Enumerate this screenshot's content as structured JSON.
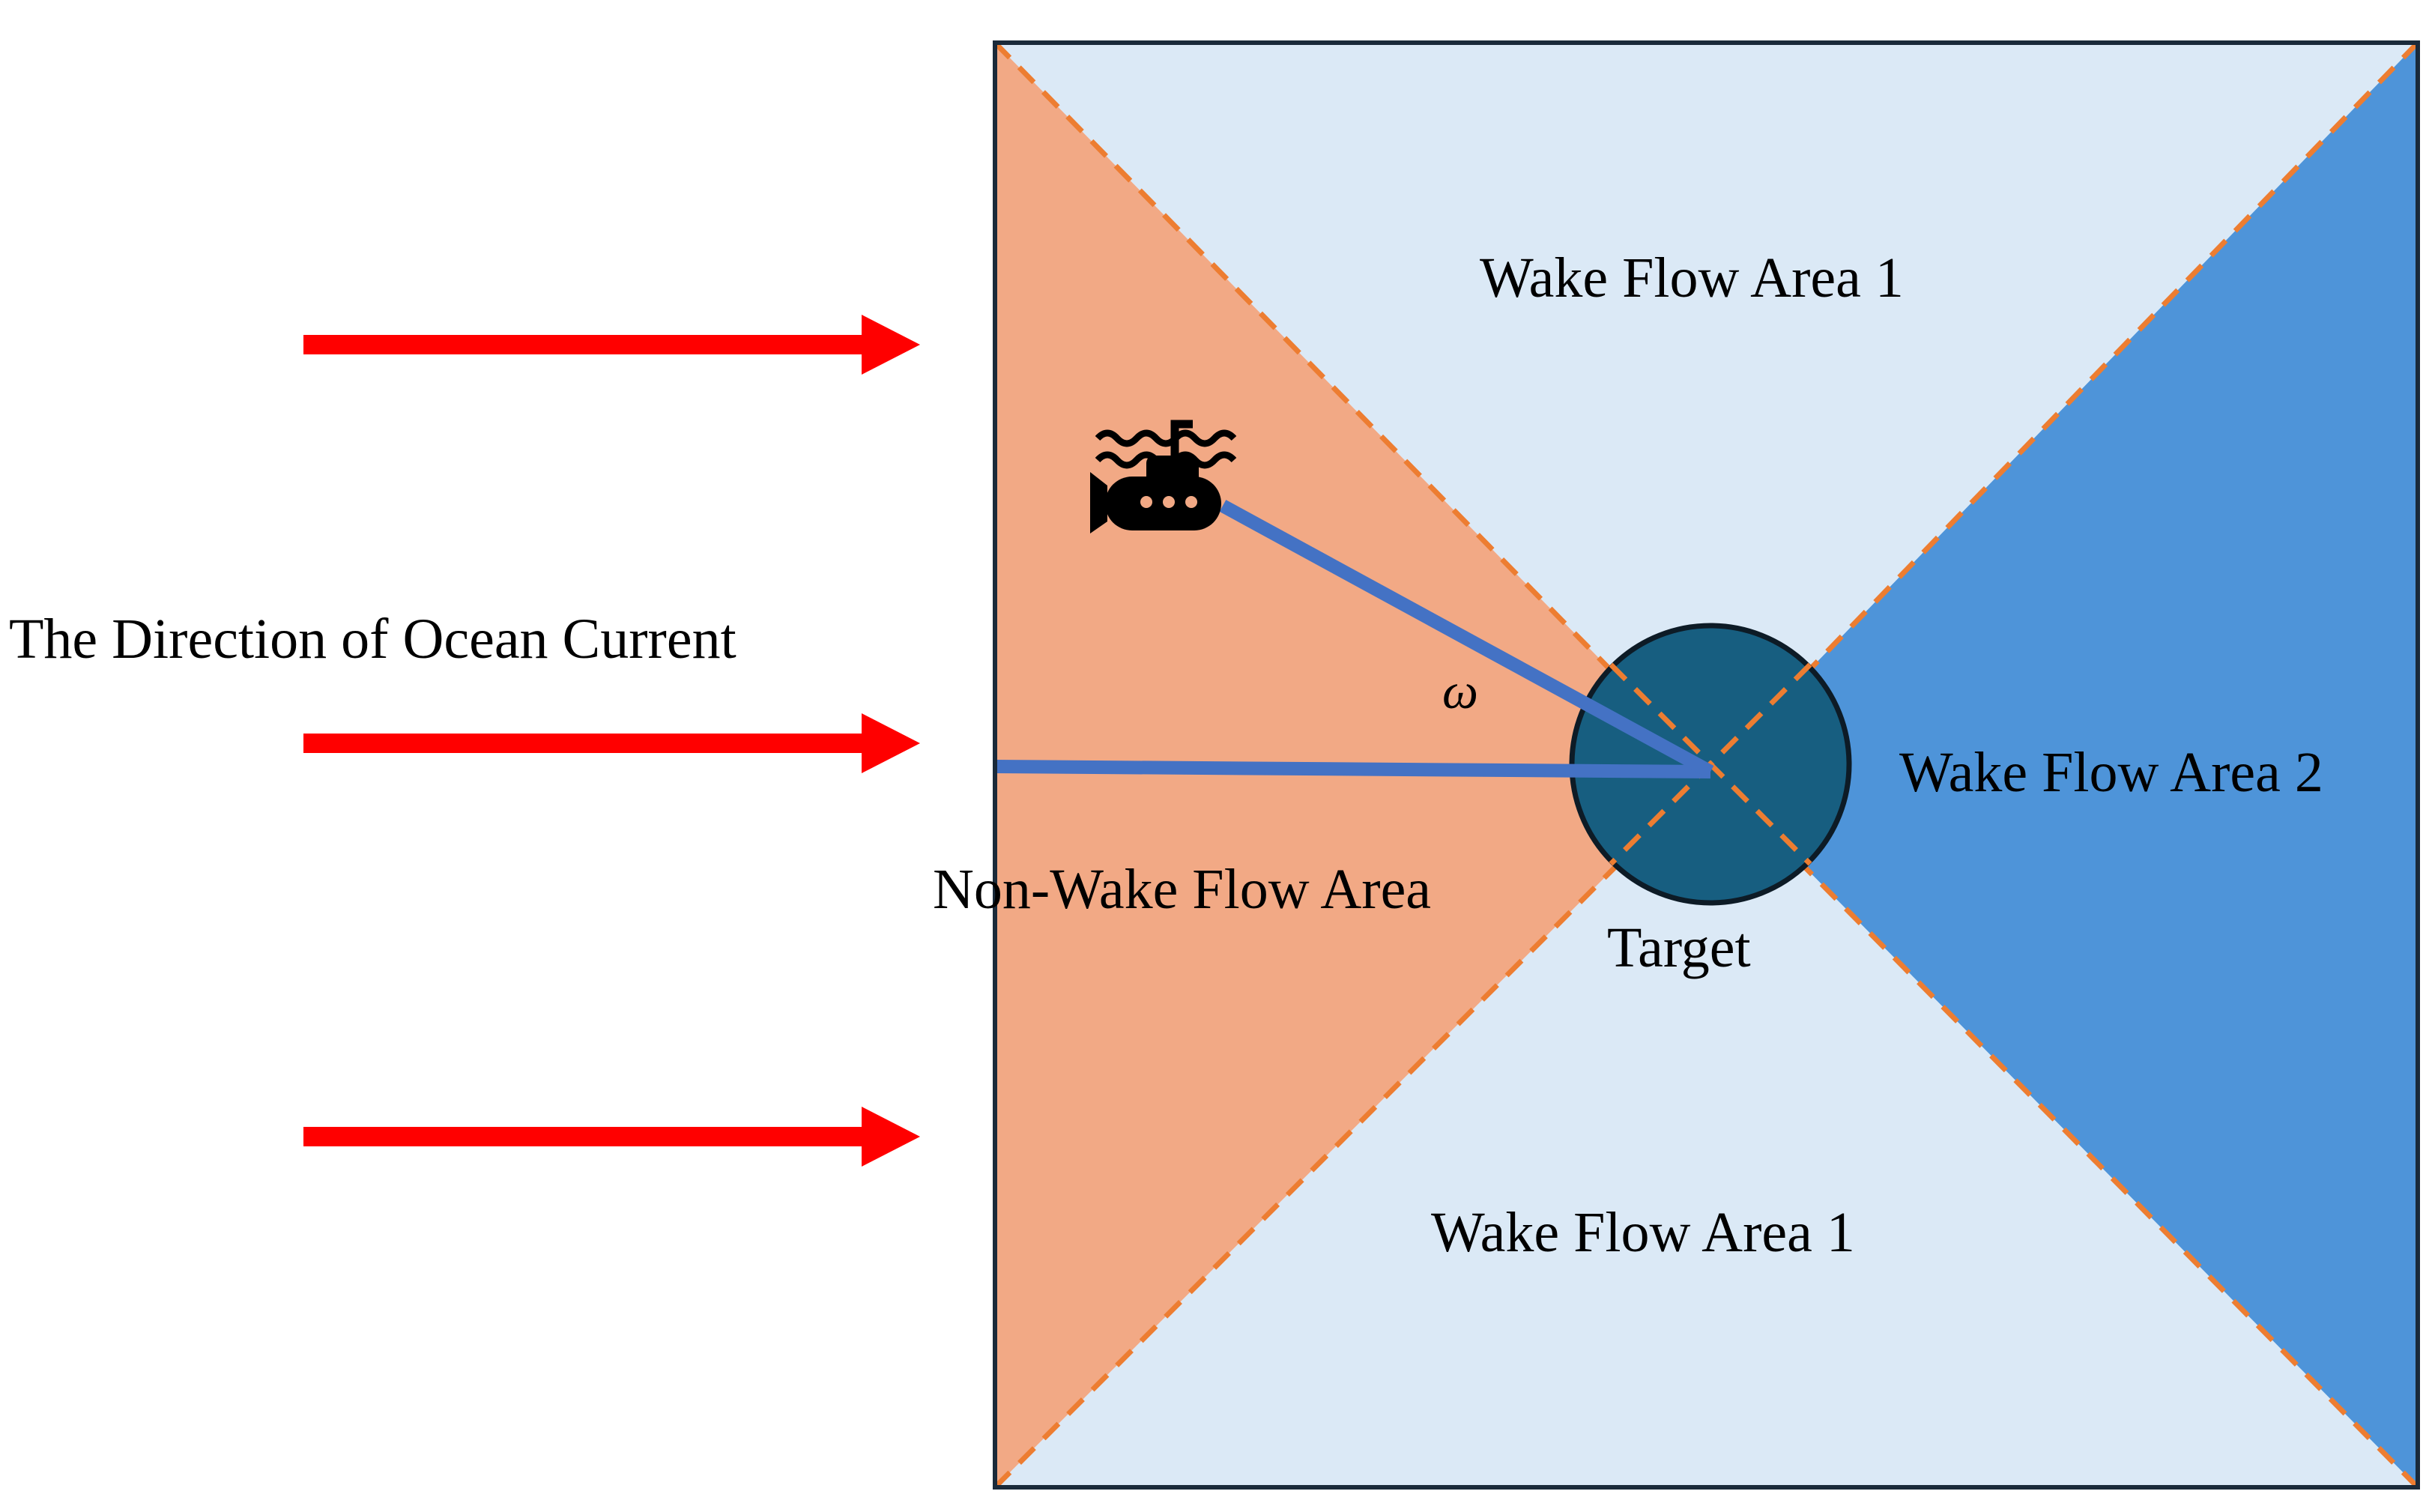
{
  "labels": {
    "current_direction": "The Direction of Ocean Current",
    "wake_area_1_top": "Wake Flow Area 1",
    "wake_area_1_bottom": "Wake Flow Area 1",
    "wake_area_2": "Wake Flow Area 2",
    "non_wake_area": "Non-Wake Flow Area",
    "target": "Target",
    "angle": "ω"
  },
  "colors": {
    "arrow": "#ff0000",
    "non_wake_fill": "#f2a985",
    "wake_area_1_fill": "#dbe9f6",
    "wake_area_2_fill": "#4e94d9",
    "target_fill": "#175e80",
    "diagonal_dash": "#ed7d31",
    "bearing_line": "#4472c4",
    "border": "#1a2a3a"
  },
  "icons": {
    "vehicle": "submarine-icon"
  }
}
